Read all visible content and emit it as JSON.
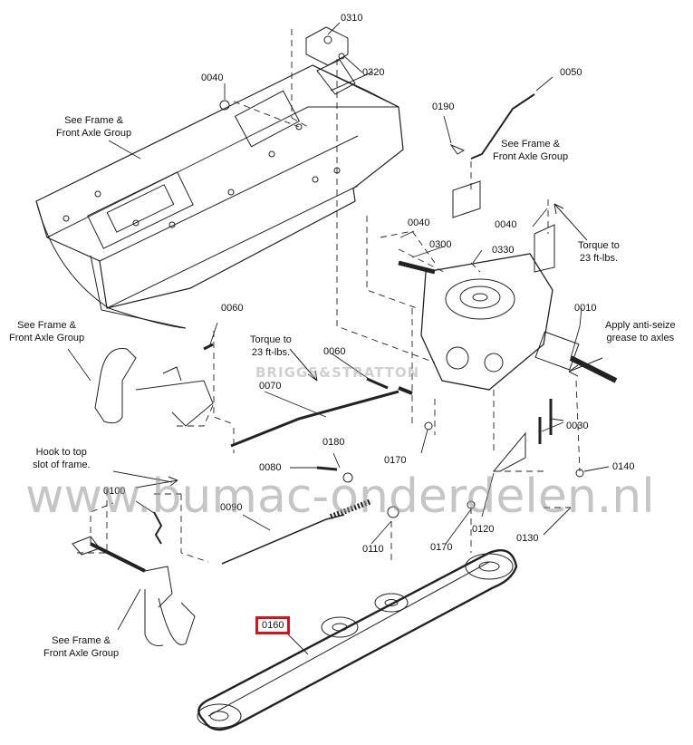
{
  "labels": {
    "p0310": "0310",
    "p0320": "0320",
    "p0040_a": "0040",
    "p0050": "0050",
    "p0190": "0190",
    "p0040_b": "0040",
    "p0300": "0300",
    "p0330": "0330",
    "p0040_c": "0040",
    "p0010": "0010",
    "p0060_a": "0060",
    "p0060_b": "0060",
    "p0070": "0070",
    "p0180": "0180",
    "p0080": "0080",
    "p0170_a": "0170",
    "p0030": "0030",
    "p0140": "0140",
    "p0100": "0100",
    "p0090": "0090",
    "p0110": "0110",
    "p0170_b": "0170",
    "p0120": "0120",
    "p0130": "0130",
    "p0160": "0160"
  },
  "notes": {
    "frame_top": "See Frame &\nFront Axle Group",
    "frame_mid_top": "See Frame &\nFront Axle Group",
    "frame_left": "See Frame &\nFront Axle Group",
    "frame_bottom": "See Frame &\nFront Axle Group",
    "torque_right": "Torque to\n23 ft-lbs.",
    "torque_mid": "Torque to\n23 ft-lbs.",
    "anti_seize": "Apply anti-seize\ngrease to axles",
    "hook": "Hook to top\nslot of frame."
  },
  "watermark": "www.bumac-onderdelen.nl",
  "brand_mark": "BRIGGS&STRATTON",
  "highlight_color": "#d4141c"
}
